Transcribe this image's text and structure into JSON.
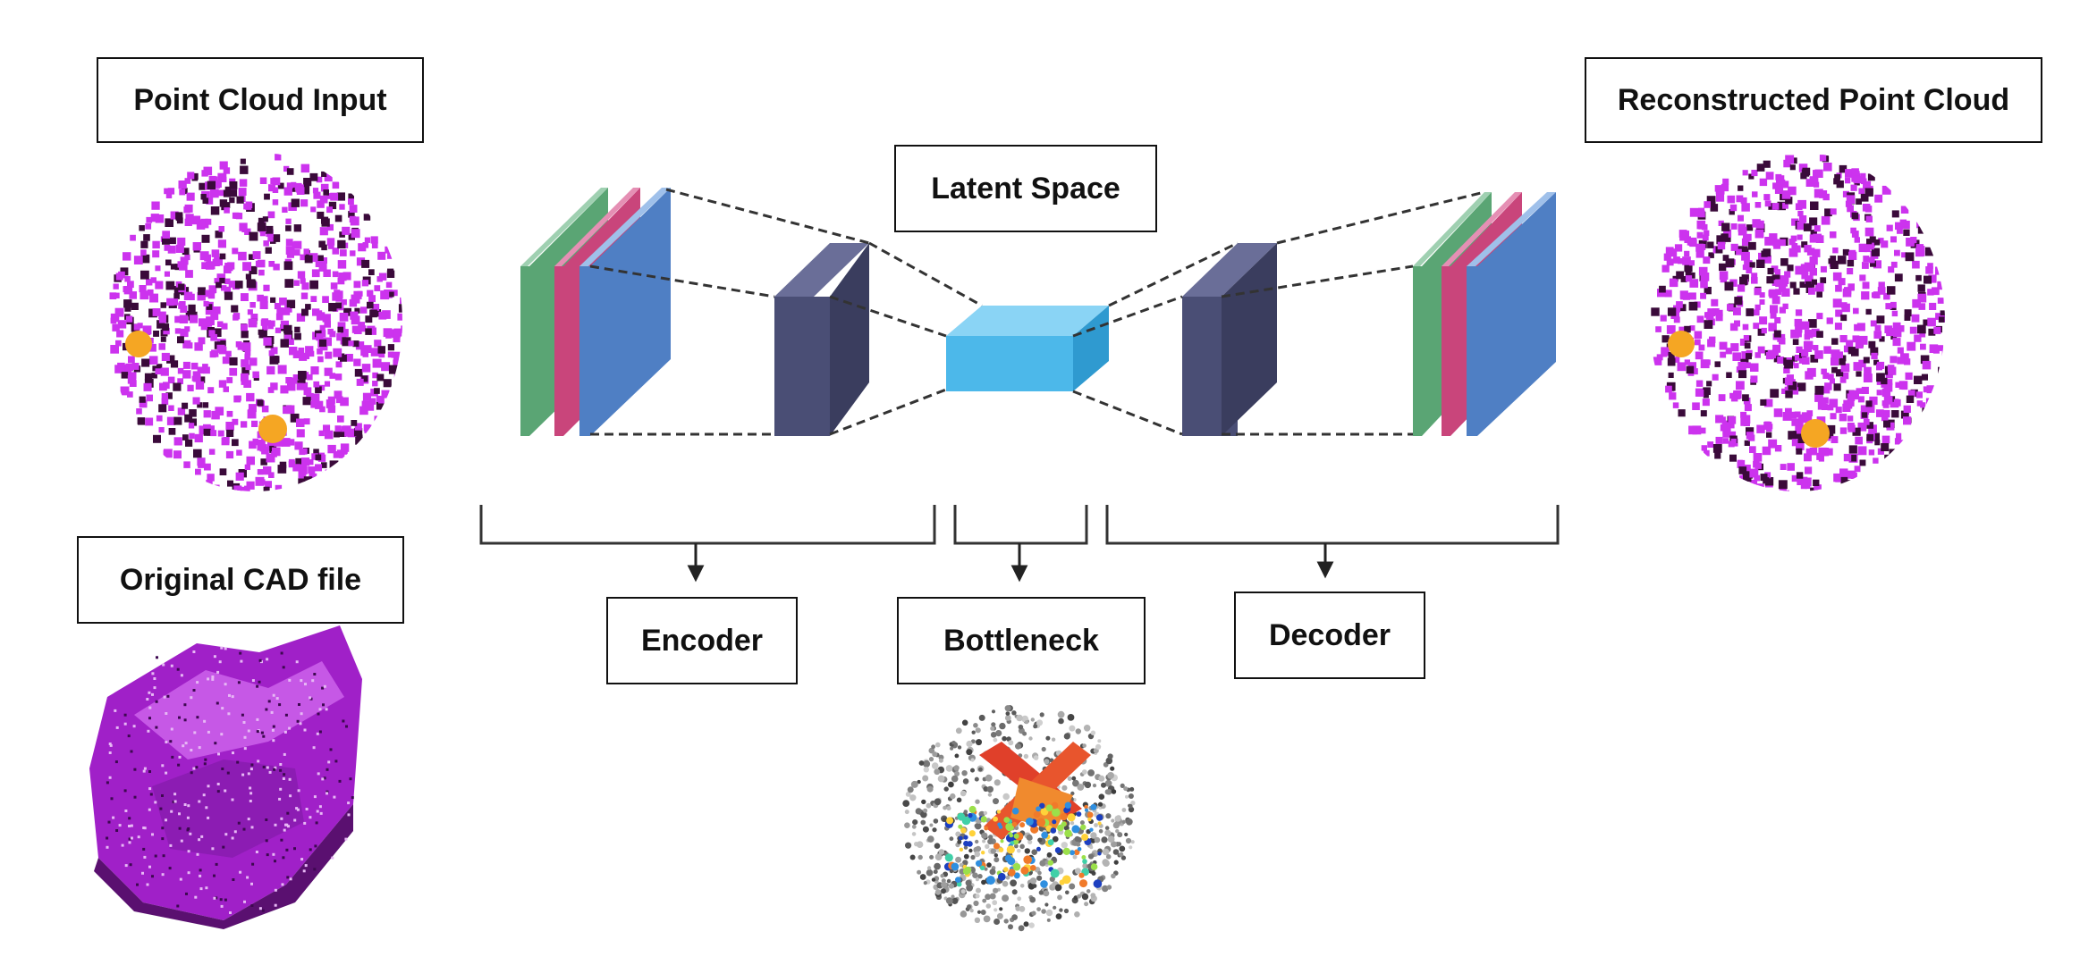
{
  "labels": {
    "point_cloud_input": "Point Cloud Input",
    "reconstructed_point_cloud": "Reconstructed Point Cloud",
    "latent_space": "Latent Space",
    "original_cad_file": "Original CAD file",
    "encoder": "Encoder",
    "bottleneck": "Bottleneck",
    "decoder": "Decoder"
  },
  "colors": {
    "point_magenta": "#cc33ee",
    "point_dark": "#3a0a3a",
    "highlight_orange": "#f5a623",
    "cad_purple": "#a020c8",
    "layer_green": "#5aa574",
    "layer_pink": "#c9457b",
    "layer_blue": "#4f7fc4",
    "block_navy": "#4a4e75",
    "latent_cyan": "#4cb8ea"
  },
  "icons": [
    "point-cloud-input-icon",
    "reconstructed-point-cloud-icon",
    "cad-model-icon",
    "latent-scatter-icon"
  ]
}
